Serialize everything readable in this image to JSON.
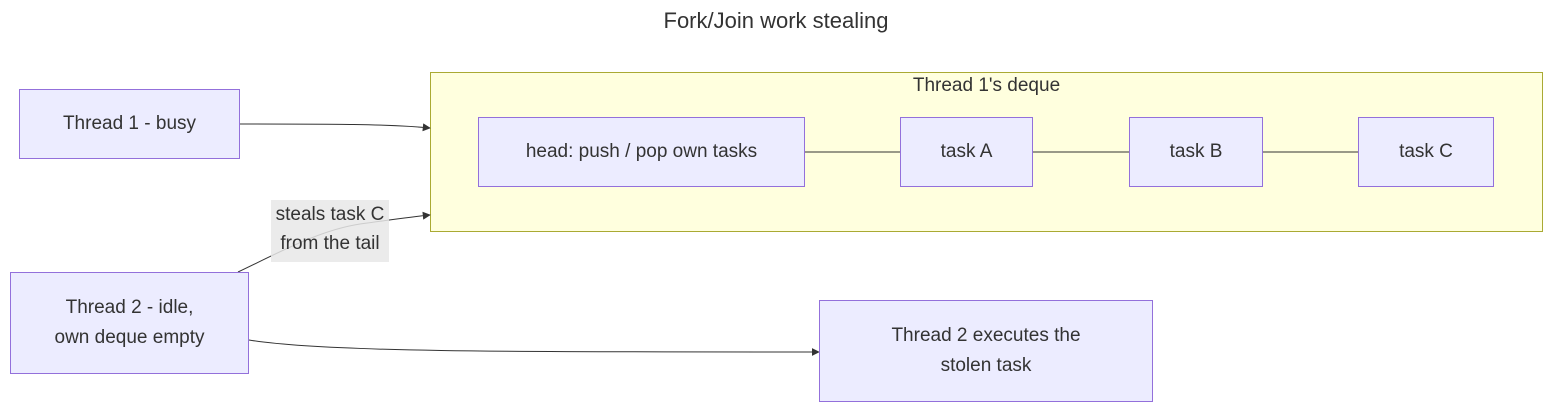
{
  "title": "Fork/Join work stealing",
  "cluster": {
    "label": "Thread 1's deque"
  },
  "nodes": {
    "thread1": "Thread 1 - busy",
    "thread2": [
      "Thread 2 - idle,",
      "own deque empty"
    ],
    "head": "head: push / pop own tasks",
    "task_a": "task A",
    "task_b": "task B",
    "task_c": "task C",
    "executes": [
      "Thread 2 executes the",
      "stolen task"
    ]
  },
  "edges": {
    "steal_label": [
      "steals task C",
      "from the tail"
    ]
  },
  "colors": {
    "node_fill": "#ececff",
    "node_border": "#9370db",
    "cluster_fill": "#ffffde",
    "cluster_border": "#aaaa33",
    "edge": "#333333",
    "edge_label_bg": "#e8e8e8"
  }
}
